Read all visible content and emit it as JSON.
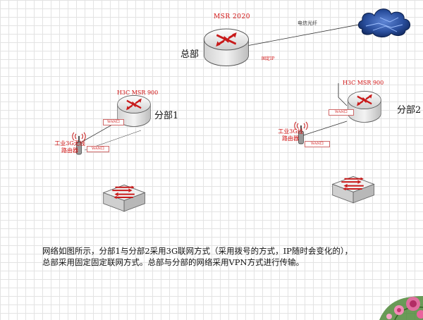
{
  "nodes": {
    "headquarters": {
      "label": "总部",
      "model": "MSR 2020"
    },
    "branch1": {
      "label": "分部1",
      "model": "H3C MSR 900",
      "router3g": "工业3G无线路由器"
    },
    "branch2": {
      "label": "分部2",
      "model": "H3C MSR 900",
      "router3g": "工业3G线路由器"
    }
  },
  "links": {
    "telecom_fiber": "电信光纤",
    "fixed_ip": "固定IP",
    "wan_port": "WAN口"
  },
  "caption": "网络如图所示，分部1与分部2采用3G联网方式（采用拨号的方式，IP随时会变化的），总部采用固定固定联网方式。总部与分部的网络采用VPN方式进行传输。",
  "colors": {
    "accent": "#d01010",
    "device": "#dcdcdc",
    "cloud": "#1e3f8a"
  },
  "icons": [
    "router-icon",
    "switch-icon",
    "cloud-icon",
    "antenna-icon",
    "flower-icon"
  ]
}
